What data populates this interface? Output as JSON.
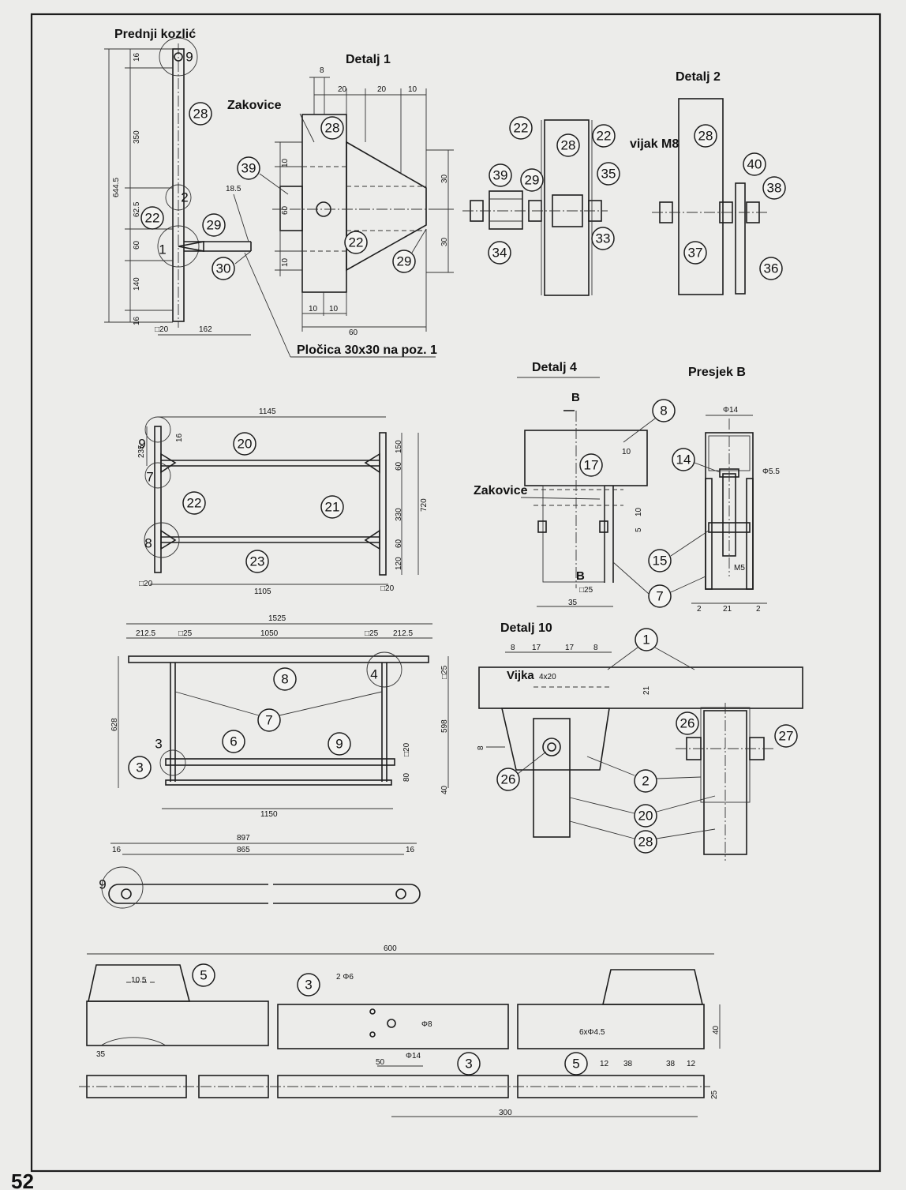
{
  "titles": {
    "prednji_kozlic": "Prednji kozlić",
    "detalj1": "Detalj 1",
    "detalj2": "Detalj 2",
    "detalj4": "Detalj 4",
    "presjek_b": "Presjek B",
    "detalj10": "Detalj 10"
  },
  "labels": {
    "zakovice1": "Zakovice",
    "zakovice2": "Zakovice",
    "vijak_m8": "vijak M8",
    "plocica": "Pločica 30x30 na poz. 1",
    "vijka": "Vijka",
    "section_b": "B",
    "section_b2": "B",
    "page_number": "52"
  },
  "part_numbers": {
    "n1": "1",
    "n2": "2",
    "n3": "3",
    "n4": "4",
    "n5": "5",
    "n6": "6",
    "n7": "7",
    "n8": "8",
    "n9": "9",
    "n14": "14",
    "n15": "15",
    "n17": "17",
    "n20": "20",
    "n21": "21",
    "n22": "22",
    "n23": "23",
    "n26": "26",
    "n27": "27",
    "n28": "28",
    "n29": "29",
    "n30": "30",
    "n33": "33",
    "n34": "34",
    "n35": "35",
    "n36": "36",
    "n37": "37",
    "n38": "38",
    "n39": "39",
    "n40": "40"
  },
  "dims": {
    "d16": "16",
    "d350": "350",
    "d644_5": "644.5",
    "d62_5": "62.5",
    "d60": "60",
    "d140": "140",
    "d20": "20",
    "d162": "162",
    "d18_5": "18.5",
    "d8": "8",
    "d10": "10",
    "d30": "30",
    "d1145": "1145",
    "d235": "235",
    "d150": "150",
    "d720": "720",
    "d330": "330",
    "d120": "120",
    "d1105": "1105",
    "d1525": "1525",
    "d212_5": "212.5",
    "d25": "25",
    "d1050": "1050",
    "d628": "628",
    "d598": "598",
    "d80": "80",
    "d1150": "1150",
    "d897": "897",
    "d865": "865",
    "d600": "600",
    "d10_5": "10.5",
    "d2phi6": "2 Φ6",
    "d8phi": "Φ8",
    "d14phi": "Φ14",
    "d6xphi4_5": "6xΦ4.5",
    "d40": "40",
    "d35": "35",
    "d50": "50",
    "d12": "12",
    "d38": "38",
    "d300": "300",
    "d17": "17",
    "d21": "21",
    "d4x20": "4x20",
    "d5": "5",
    "d2": "2",
    "phi14": "Φ14",
    "phi5_5": "Φ5.5",
    "m5": "M5",
    "sq20": "□20",
    "sq25": "□25",
    "sq20b": "□20",
    "d3": "3"
  },
  "colors": {
    "paper": "#ececea",
    "ink": "#1d1d1d"
  }
}
